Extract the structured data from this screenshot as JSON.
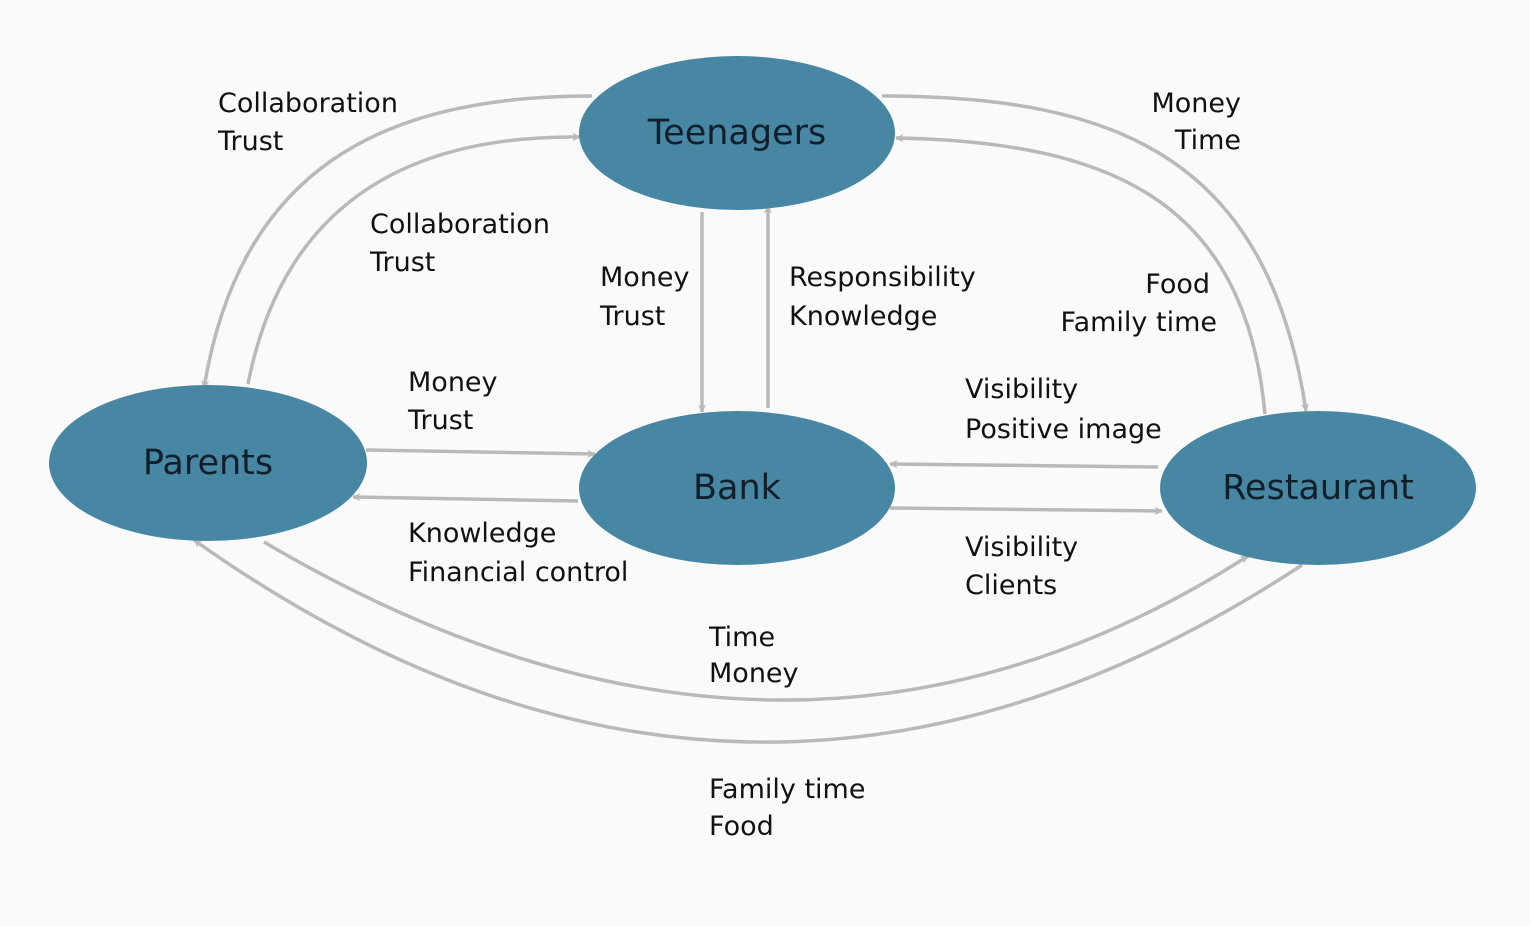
{
  "nodes": {
    "teenagers": "Teenagers",
    "parents": "Parents",
    "bank": "Bank",
    "restaurant": "Restaurant"
  },
  "flows": {
    "teenagers_to_parents": [
      "Collaboration",
      "Trust"
    ],
    "parents_to_teenagers": [
      "Collaboration",
      "Trust"
    ],
    "teenagers_to_bank": [
      "Money",
      "Trust"
    ],
    "bank_to_teenagers": [
      "Responsibility",
      "Knowledge"
    ],
    "teenagers_to_restaurant": [
      "Money",
      "Time"
    ],
    "restaurant_to_teenagers": [
      "Food",
      "Family time"
    ],
    "parents_to_bank": [
      "Money",
      "Trust"
    ],
    "bank_to_parents": [
      "Knowledge",
      "Financial control"
    ],
    "restaurant_to_bank": [
      "Visibility",
      "Positive image"
    ],
    "bank_to_restaurant": [
      "Visibility",
      "Clients"
    ],
    "parents_to_restaurant": [
      "Time",
      "Money"
    ],
    "restaurant_to_parents": [
      "Family time",
      "Food"
    ]
  },
  "colors": {
    "node_fill": "#4787a4",
    "edge_stroke": "#b9b9b9",
    "background": "#fafafa"
  }
}
